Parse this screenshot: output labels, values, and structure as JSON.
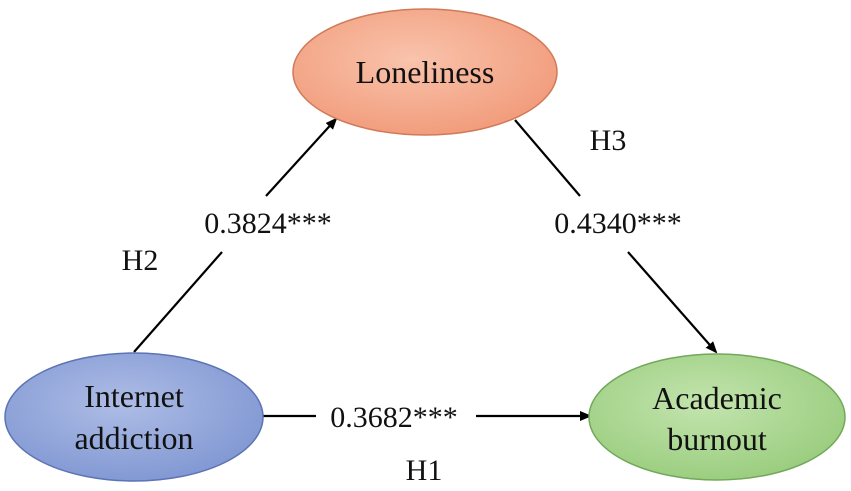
{
  "nodes": {
    "loneliness": {
      "lines": [
        "Loneliness"
      ],
      "fill": "#F4A587",
      "stroke": "#D07A58"
    },
    "internet_addiction": {
      "lines": [
        "Internet",
        "addiction"
      ],
      "fill": "#8EA3D8",
      "stroke": "#5C73B4"
    },
    "academic_burnout": {
      "lines": [
        "Academic",
        "burnout"
      ],
      "fill": "#A6D58C",
      "stroke": "#72A85A"
    }
  },
  "edges": {
    "h1": {
      "coefficient": "0.3682***",
      "hypothesis": "H1"
    },
    "h2": {
      "coefficient": "0.3824***",
      "hypothesis": "H2"
    },
    "h3": {
      "coefficient": "0.4340***",
      "hypothesis": "H3"
    }
  },
  "colors": {
    "arrow": "#000000",
    "text": "#111111",
    "background": "#FFFFFF"
  }
}
